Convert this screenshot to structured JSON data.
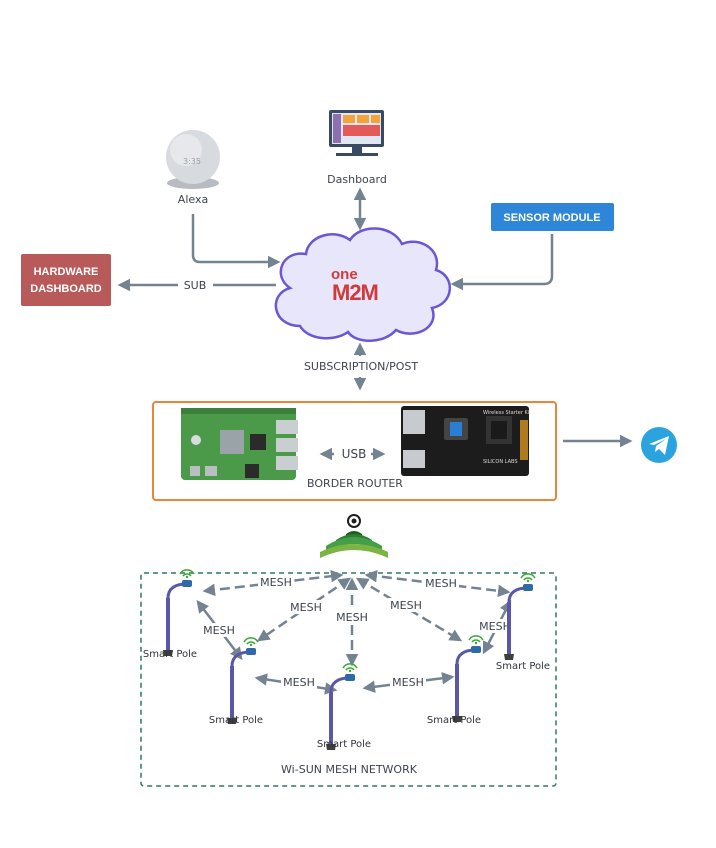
{
  "nodes": {
    "alexa": "Alexa",
    "dashboard": "Dashboard",
    "sensor_module": "SENSOR MODULE",
    "hardware_dashboard_line1": "HARDWARE",
    "hardware_dashboard_line2": "DASHBOARD",
    "onem2m_top": "one",
    "onem2m_bottom": "M2M",
    "alexa_display": "3:35",
    "border_router": "BORDER ROUTER",
    "usb": "USB",
    "wisun_network": "Wi-SUN MESH NETWORK",
    "board_tag_top": "Wireless Starter Kit",
    "board_tag_logo": "SILICON LABS"
  },
  "edges": {
    "sub": "SUB",
    "subscription_post": "SUBSCRIPTION/POST"
  },
  "mesh": {
    "link_label": "MESH",
    "pole_label": "Smart Pole"
  },
  "colors": {
    "arrow": "#748392",
    "sensor_button": "#2e86d9",
    "hardware_button": "#b95a5a",
    "cloud_fill": "#e8e6fa",
    "cloud_stroke": "#6a56d6",
    "router_border": "#e8873a",
    "mesh_border": "#2f7a5a",
    "telegram": "#2aa3df",
    "pole": "#5a56a8",
    "pole_head": "#6b8e23",
    "wifi": "#3aa935"
  },
  "icons": {
    "alexa": "echo-dot-icon",
    "dashboard": "monitor-dashboard-icon",
    "telegram": "telegram-icon",
    "raspberry_pi": "raspberry-pi-board-icon",
    "silabs_board": "silicon-labs-board-icon",
    "radio": "wireless-signal-icon",
    "pole": "smart-pole-icon"
  }
}
